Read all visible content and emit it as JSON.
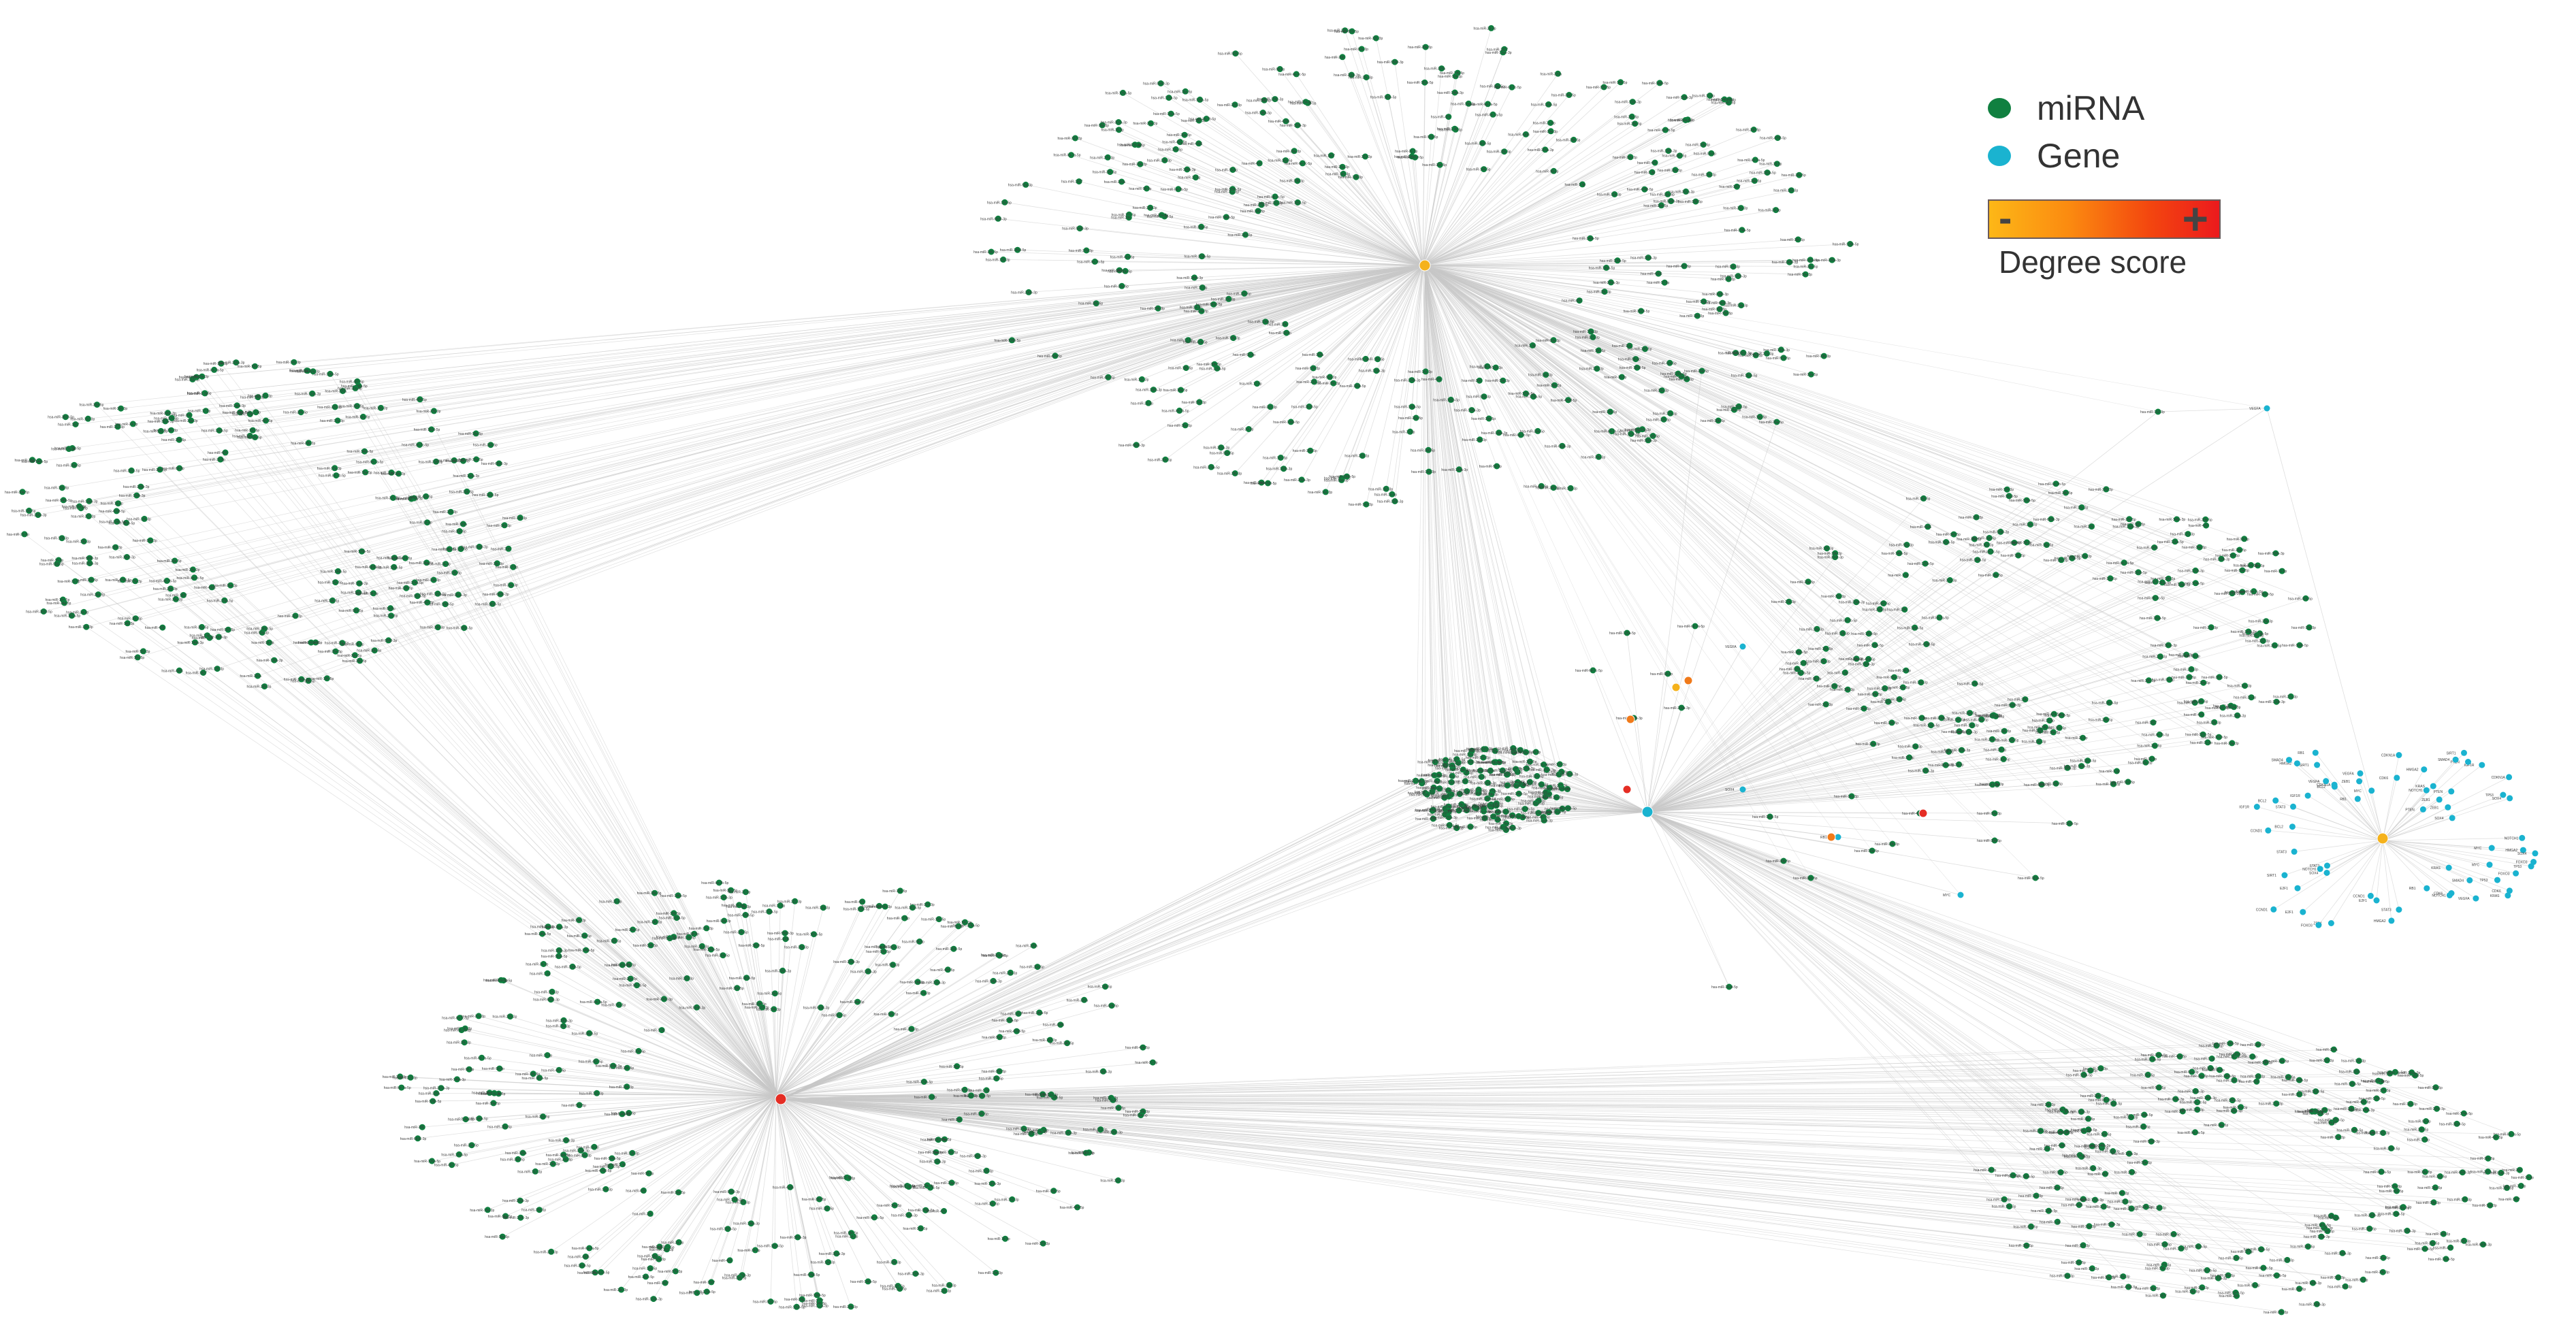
{
  "legend": {
    "node_types": [
      {
        "label": "miRNA",
        "color": "#108040"
      },
      {
        "label": "Gene",
        "color": "#1ab3d0"
      }
    ],
    "degree_scale": {
      "low_symbol": "-",
      "high_symbol": "+",
      "title": "Degree score",
      "low_color": "#fdb717",
      "high_color": "#ec1a1d"
    }
  },
  "colors": {
    "edge": "#c8c8c8",
    "hub_low": "#f5b21c",
    "hub_mid": "#f07a1a",
    "hub_high": "#e52d24"
  },
  "network": {
    "mirna_labels": [
      "hsa-miR-21-5p",
      "hsa-miR-155-5p",
      "hsa-miR-34a-5p",
      "hsa-miR-17-5p",
      "hsa-miR-20a-5p",
      "hsa-miR-92a-3p",
      "hsa-miR-106b-5p",
      "hsa-miR-93-5p",
      "hsa-miR-15a-5p",
      "hsa-miR-16-5p",
      "hsa-miR-195-5p",
      "hsa-miR-497-5p",
      "hsa-miR-424-5p",
      "hsa-miR-503-5p",
      "hsa-miR-1-3p",
      "hsa-miR-206",
      "hsa-miR-133a-3p",
      "hsa-miR-145-5p",
      "hsa-miR-143-3p",
      "hsa-miR-125b-5p",
      "hsa-miR-125a-5p",
      "hsa-miR-let-7a-5p",
      "hsa-miR-let-7b-5p",
      "hsa-miR-let-7c-5p",
      "hsa-miR-98-5p",
      "hsa-miR-200a-3p",
      "hsa-miR-200b-3p",
      "hsa-miR-200c-3p",
      "hsa-miR-141-3p",
      "hsa-miR-429",
      "hsa-miR-29a-3p",
      "hsa-miR-29b-3p",
      "hsa-miR-29c-3p",
      "hsa-miR-30a-5p",
      "hsa-miR-30b-5p",
      "hsa-miR-30c-5p",
      "hsa-miR-30d-5p",
      "hsa-miR-30e-5p",
      "hsa-miR-181a-5p",
      "hsa-miR-181b-5p",
      "hsa-miR-181c-5p",
      "hsa-miR-181d-5p",
      "hsa-miR-148a-3p",
      "hsa-miR-152-3p",
      "hsa-miR-26a-5p",
      "hsa-miR-26b-5p",
      "hsa-miR-27a-3p",
      "hsa-miR-27b-3p",
      "hsa-miR-24-3p",
      "hsa-miR-23a-3p",
      "hsa-miR-23b-3p",
      "hsa-miR-19a-3p",
      "hsa-miR-19b-3p",
      "hsa-miR-18a-5p",
      "hsa-miR-223-3p",
      "hsa-miR-222-3p",
      "hsa-miR-221-3p",
      "hsa-miR-146a-5p",
      "hsa-miR-146b-5p",
      "hsa-miR-150-5p",
      "hsa-miR-124-3p",
      "hsa-miR-128-3p",
      "hsa-miR-130a-3p",
      "hsa-miR-130b-3p",
      "hsa-miR-301a-3p",
      "hsa-miR-340-5p",
      "hsa-miR-374a-5p",
      "hsa-miR-320a",
      "hsa-miR-335-5p",
      "hsa-miR-4306",
      "hsa-miR-3619-5p",
      "hsa-miR-6836-3p",
      "hsa-miR-5590-3p",
      "hsa-miR-4768-5p",
      "hsa-miR-1827"
    ],
    "gene_labels": [
      "PTEN",
      "TP53",
      "MYC",
      "KRAS",
      "BCL2",
      "CDK6",
      "E2F1",
      "VEGFA",
      "CCND1",
      "SMAD4",
      "STAT3",
      "ZEB1",
      "SOX4",
      "NOTCH1",
      "HMGA2",
      "IGF1R",
      "CDKN1A",
      "RB1",
      "SIRT1",
      "FOXO3"
    ]
  }
}
